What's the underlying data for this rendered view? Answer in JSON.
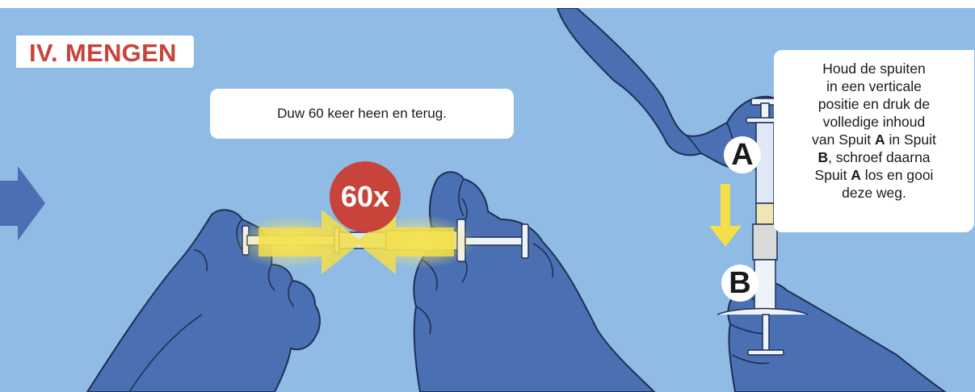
{
  "section": {
    "title": "IV. MENGEN"
  },
  "instruction_left": "Duw 60 keer heen en terug.",
  "badge_count": "60x",
  "instruction_right": {
    "lines": [
      [
        {
          "text": "Houd de spuiten",
          "bold": false
        }
      ],
      [
        {
          "text": "in een verticale",
          "bold": false
        }
      ],
      [
        {
          "text": "positie en druk de",
          "bold": false
        }
      ],
      [
        {
          "text": "volledige inhoud",
          "bold": false
        }
      ],
      [
        {
          "text": "van Spuit ",
          "bold": false
        },
        {
          "text": "A",
          "bold": true
        },
        {
          "text": " in Spuit",
          "bold": false
        }
      ],
      [
        {
          "text": "B",
          "bold": true
        },
        {
          "text": ", schroef daarna",
          "bold": false
        }
      ],
      [
        {
          "text": "Spuit ",
          "bold": false
        },
        {
          "text": "A",
          "bold": true
        },
        {
          "text": " los en gooi",
          "bold": false
        }
      ],
      [
        {
          "text": "deze weg.",
          "bold": false
        }
      ]
    ]
  },
  "syringe_labels": {
    "a": "A",
    "b": "B"
  },
  "colors": {
    "background": "#8fbbe4",
    "glove": "#4a6fb3",
    "glove_outline": "#1e2f55",
    "accent_red": "#c8433a",
    "arrow_yellow": "#f3df4a",
    "arrow_blue": "#4a6fb3"
  },
  "icons": {
    "continue_arrow": "arrow-right-icon",
    "push_arrows": "double-arrow-inward-icon",
    "down_arrow": "arrow-down-icon"
  }
}
